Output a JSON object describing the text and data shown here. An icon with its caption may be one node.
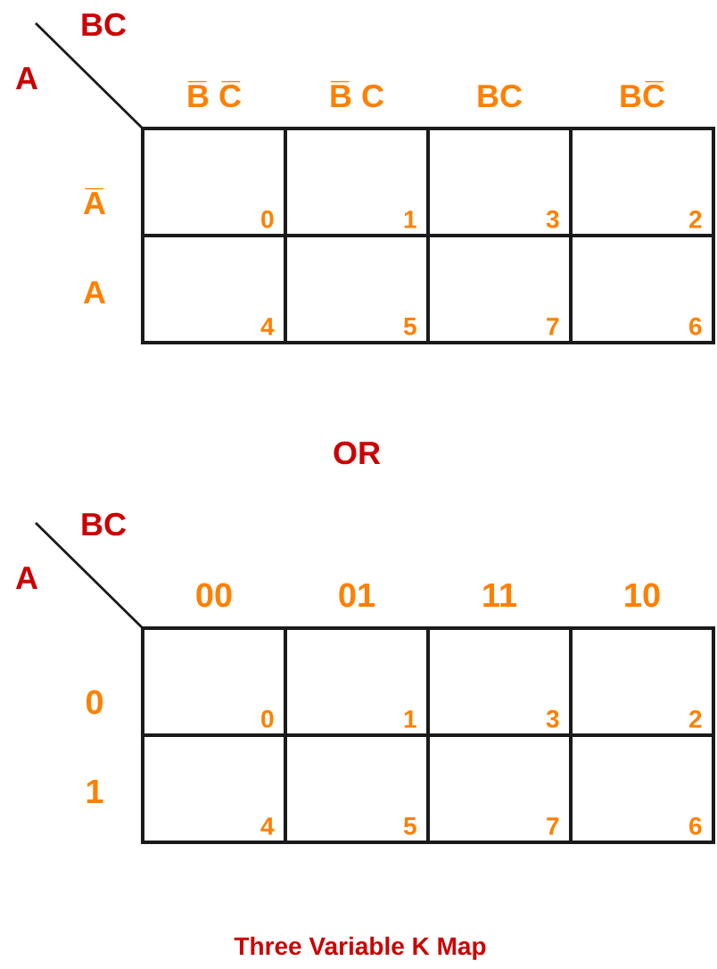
{
  "diagram": {
    "caption": "Three Variable K Map",
    "nodes": [
      {
        "text": [
          "0"
        ]
      },
      {
        "text": [
          "1"
        ]
      },
      {
        "text": [
          "3"
        ]
      },
      {
        "text": [
          "2"
        ]
      },
      {
        "text": [
          "4"
        ]
      },
      {
        "text": [
          "5"
        ]
      },
      {
        "text": [
          "7"
        ]
      },
      {
        "text": [
          "6"
        ]
      },
      {
        "text": [
          "0"
        ]
      },
      {
        "text": [
          "1"
        ]
      },
      {
        "text": [
          "3"
        ]
      },
      {
        "text": [
          "2"
        ]
      },
      {
        "text": [
          "4"
        ]
      },
      {
        "text": [
          "5"
        ]
      },
      {
        "text": [
          "7"
        ]
      },
      {
        "text": [
          "6"
        ]
      }
    ],
    "labels": [
      "BC",
      "A",
      "B̅ C̅",
      "B̅ C",
      "BC",
      "BC̅",
      "A̅",
      "A",
      "OR",
      "BC",
      "A",
      "00",
      "01",
      "11",
      "10",
      "0",
      "1"
    ]
  }
}
